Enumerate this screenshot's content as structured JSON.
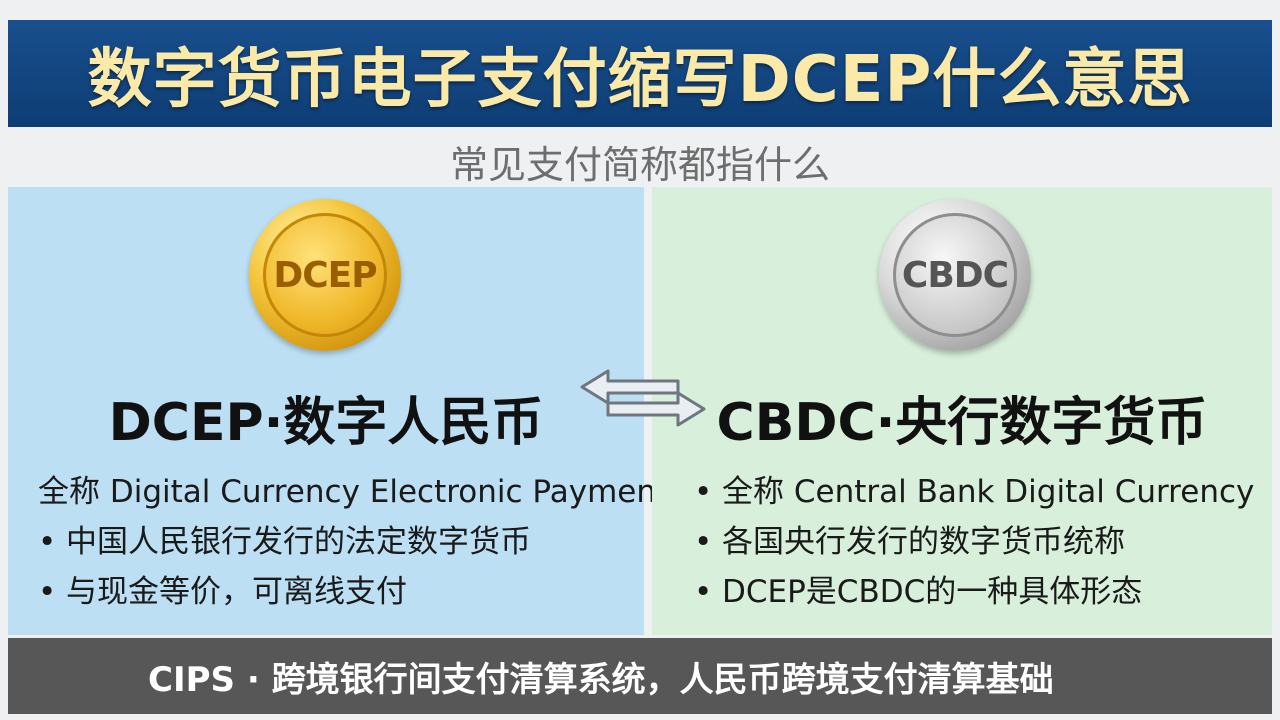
{
  "title": "数字货币电子支付缩写DCEP什么意思",
  "subtitle": "常见支付简称都指什么",
  "left": {
    "coin_label": "DCEP",
    "heading": "DCEP·数字人民币",
    "items": [
      "全称 Digital Currency Electronic Payment",
      "中国人民银行发行的法定数字货币",
      "与现金等价，可离线支付"
    ]
  },
  "right": {
    "coin_label": "CBDC",
    "heading": "CBDC·央行数字货币",
    "items": [
      "全称 Central Bank Digital Currency",
      "各国央行发行的数字货币统称",
      "DCEP是CBDC的一种具体形态"
    ]
  },
  "footer": "CIPS · 跨境银行间支付清算系统，人民币跨境支付清算基础",
  "icons": {
    "exchange": "double-arrow-icon"
  },
  "colors": {
    "title_bg": "#164a86",
    "title_text": "#fbe9a8",
    "left_panel": "#bcdff4",
    "right_panel": "#d8efdb",
    "footer_bg": "#575757"
  }
}
